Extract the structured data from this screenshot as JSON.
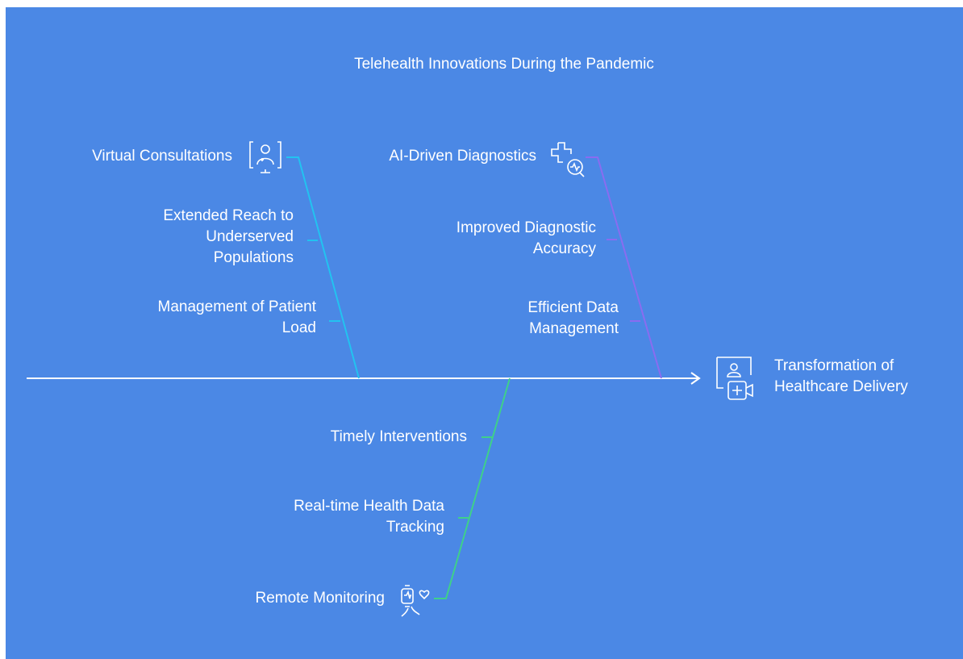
{
  "title": "Telehealth Innovations During the Pandemic",
  "outcome": {
    "line1": "Transformation of",
    "line2": "Healthcare Delivery",
    "icon": "telehealth-monitor-icon"
  },
  "categories": [
    {
      "label": "Virtual Consultations",
      "icon": "doctor-screen-icon",
      "color": "#22c3f0",
      "causes": [
        [
          "Extended Reach to",
          "Underserved",
          "Populations"
        ],
        [
          "Management of Patient",
          "Load"
        ]
      ]
    },
    {
      "label": "AI-Driven Diagnostics",
      "icon": "medical-cross-search-icon",
      "color": "#8a6cf0",
      "causes": [
        [
          "Improved Diagnostic",
          "Accuracy"
        ],
        [
          "Efficient Data",
          "Management"
        ]
      ]
    },
    {
      "label": "Remote Monitoring",
      "icon": "wearable-heart-icon",
      "color": "#3fd08a",
      "causes": [
        [
          "Timely Interventions"
        ],
        [
          "Real-time Health Data",
          "Tracking"
        ]
      ]
    }
  ],
  "colors": {
    "background": "#4b88e5",
    "spine": "#ffffff",
    "text": "#ffffff"
  }
}
